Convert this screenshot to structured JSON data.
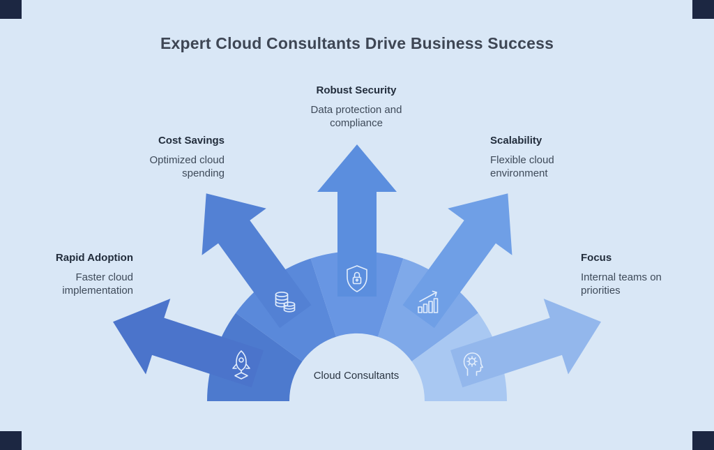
{
  "title": "Expert Cloud Consultants Drive Business Success",
  "center_label": "Cloud Consultants",
  "colors": {
    "background": "#d9e7f6",
    "title_text": "#3e4654",
    "corner_accent": "#1c2742",
    "icon_stroke": "#e3eefc"
  },
  "spokes": [
    {
      "title": "Rapid Adoption",
      "subtitle": "Faster cloud implementation",
      "icon": "rocket-icon",
      "arrow_color": "#4b74cb",
      "wedge_color": "#4d7ace"
    },
    {
      "title": "Cost Savings",
      "subtitle": "Optimized cloud spending",
      "icon": "coins-icon",
      "arrow_color": "#5381d4",
      "wedge_color": "#5a89da"
    },
    {
      "title": "Robust Security",
      "subtitle": "Data protection and compliance",
      "icon": "shield-lock-icon",
      "arrow_color": "#5b8ede",
      "wedge_color": "#6896e3"
    },
    {
      "title": "Scalability",
      "subtitle": "Flexible cloud environment",
      "icon": "growth-chart-icon",
      "arrow_color": "#6f9fe6",
      "wedge_color": "#7fa9e9"
    },
    {
      "title": "Focus",
      "subtitle": "Internal teams on priorities",
      "icon": "head-gear-icon",
      "arrow_color": "#93b7ec",
      "wedge_color": "#a9c8f2"
    }
  ]
}
